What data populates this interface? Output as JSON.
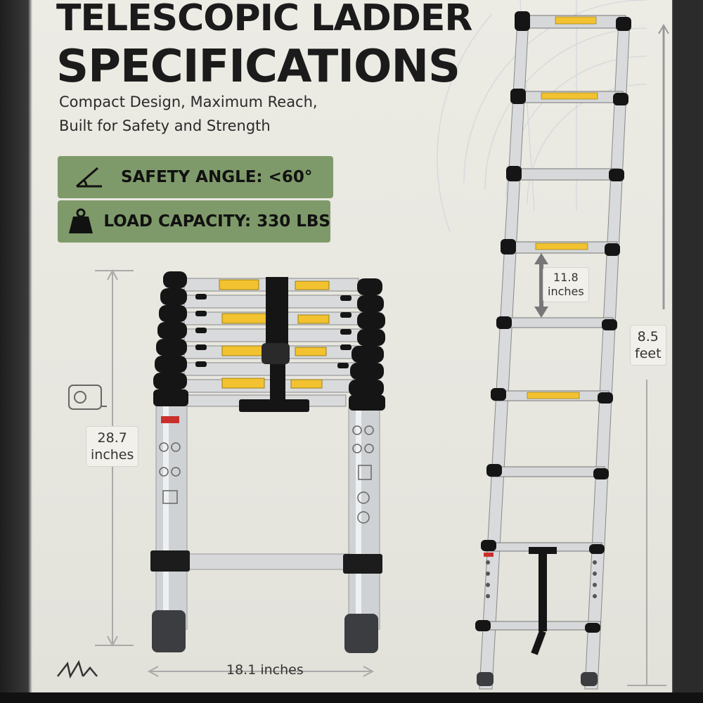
{
  "header": {
    "title_line1": "TELESCOPIC LADDER",
    "title_line2": "SPECIFICATIONS",
    "subtitle_line1": "Compact Design, Maximum Reach,",
    "subtitle_line2": "Built for Safety and Strength"
  },
  "specs": [
    {
      "label": "SAFETY ANGLE: <60°",
      "icon": "angle-icon"
    },
    {
      "label": "LOAD CAPACITY: 330 LBS",
      "icon": "weight-icon"
    }
  ],
  "dimensions": {
    "collapsed_height_value": "28.7",
    "collapsed_height_unit": "inches",
    "width": "18.1 inches",
    "rung_spacing_value": "11.8",
    "rung_spacing_unit": "inches",
    "extended_height_value": "8.5",
    "extended_height_unit": "feet"
  },
  "colors": {
    "badge": "#7f9a6a",
    "title": "#1b1b1b",
    "ladder_metal": "#cfd2d4",
    "ladder_cap": "#151515"
  }
}
